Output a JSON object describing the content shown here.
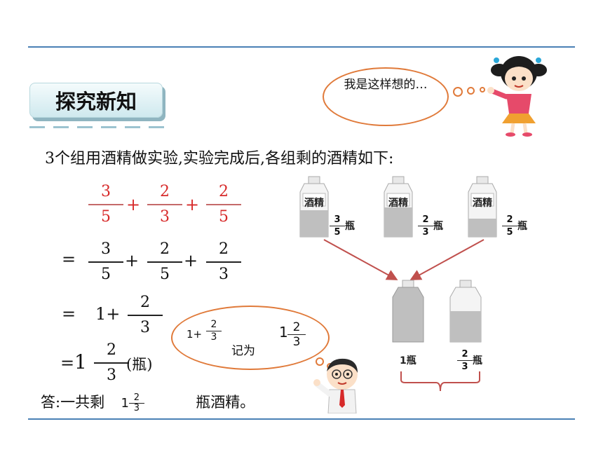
{
  "section_title": "探究新知",
  "problem_text": "3个组用酒精做实验,实验完成后,各组剩的酒精如下:",
  "girl_thought": "我是这样想的…",
  "boy_thought": {
    "expr_prefix": "1+",
    "expr_frac": {
      "n": "2",
      "d": "3"
    },
    "recorded_as": "记为",
    "mixed_whole": "1",
    "mixed_frac": {
      "n": "2",
      "d": "3"
    }
  },
  "equation": {
    "line1": [
      {
        "n": "3",
        "d": "5"
      },
      {
        "n": "2",
        "d": "3"
      },
      {
        "n": "2",
        "d": "5"
      }
    ],
    "line2": [
      {
        "n": "3",
        "d": "5"
      },
      {
        "n": "2",
        "d": "5"
      },
      {
        "n": "2",
        "d": "3"
      }
    ],
    "line3_prefix": "1+",
    "line3_frac": {
      "n": "2",
      "d": "3"
    },
    "line4_whole": "1",
    "line4_frac": {
      "n": "2",
      "d": "3"
    },
    "line4_unit": "(瓶)",
    "equals": "=",
    "plus": "+"
  },
  "bottles_top": [
    {
      "label": "酒精",
      "amount": {
        "n": "3",
        "d": "5"
      },
      "unit": "瓶",
      "fill": 0.6
    },
    {
      "label": "酒精",
      "amount": {
        "n": "2",
        "d": "3"
      },
      "unit": "瓶",
      "fill": 0.67
    },
    {
      "label": "酒精",
      "amount": {
        "n": "2",
        "d": "5"
      },
      "unit": "瓶",
      "fill": 0.4
    }
  ],
  "bottles_bottom": [
    {
      "caption": "1瓶",
      "fill": 1.0
    },
    {
      "amount": {
        "n": "2",
        "d": "3"
      },
      "unit": "瓶",
      "fill": 0.67
    }
  ],
  "answer": {
    "prefix": "答:一共剩",
    "whole": "1",
    "frac": {
      "n": "2",
      "d": "3"
    },
    "suffix": "瓶酒精。"
  },
  "colors": {
    "rule": "#4a80b5",
    "accent_red": "#d72a2a",
    "cloud_border": "#e07a3a",
    "arrow": "#c0504d"
  }
}
